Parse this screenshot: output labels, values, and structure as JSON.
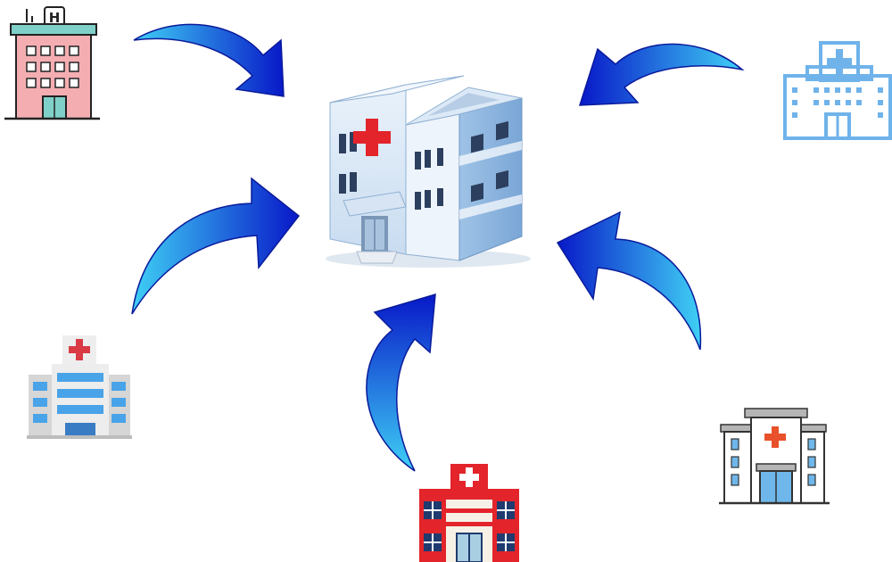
{
  "title": "",
  "colors": {
    "arrow_light": "#3fd0f5",
    "arrow_dark": "#0818c8",
    "arrow_edge": "#0a1a9a",
    "background": "#ffffff",
    "hospital_red": "#e3242b",
    "hospital_blue": "#6fb3ea",
    "building_pink": "#f4aeb2",
    "navy": "#1f3b6f"
  },
  "central_building": {
    "icon": "central-hospital-3d-icon",
    "sign": "+"
  },
  "satellites": [
    {
      "id": "top-left",
      "icon": "hospital-pink-h-icon",
      "sign": "H"
    },
    {
      "id": "top-right",
      "icon": "hospital-blue-outline-icon",
      "sign": "+"
    },
    {
      "id": "mid-left",
      "icon": "hospital-blue-flat-icon",
      "sign": "+"
    },
    {
      "id": "bottom-center",
      "icon": "hospital-navy-red-icon",
      "sign": "+"
    },
    {
      "id": "bottom-right",
      "icon": "hospital-gray-clinic-icon",
      "sign": "+"
    }
  ],
  "arrows": [
    {
      "id": "arrow-top-left",
      "direction": "toward-center"
    },
    {
      "id": "arrow-top-right",
      "direction": "toward-center"
    },
    {
      "id": "arrow-mid-left",
      "direction": "toward-center"
    },
    {
      "id": "arrow-bottom",
      "direction": "toward-center"
    },
    {
      "id": "arrow-bottom-right",
      "direction": "toward-center"
    }
  ]
}
